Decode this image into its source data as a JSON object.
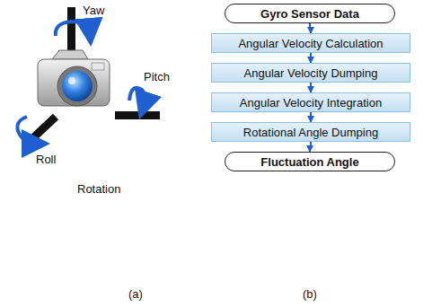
{
  "diagram": {
    "nodes": [
      {
        "text": [
          "Gyro Sensor Data"
        ]
      },
      {
        "text": [
          "Angular Velocity Calculation"
        ]
      },
      {
        "text": [
          "Angular Velocity Dumping"
        ]
      },
      {
        "text": [
          "Angular Velocity Integration"
        ]
      },
      {
        "text": [
          "Rotational Angle Dumping"
        ]
      },
      {
        "text": [
          "Fluctuation Angle"
        ]
      }
    ],
    "edges": [
      {
        "from": 0,
        "to": 1,
        "arrow": "to"
      },
      {
        "from": 1,
        "to": 2,
        "arrow": "to"
      },
      {
        "from": 2,
        "to": 3,
        "arrow": "to"
      },
      {
        "from": 3,
        "to": 4,
        "arrow": "to"
      },
      {
        "from": 4,
        "to": 5,
        "arrow": "to"
      }
    ],
    "labels": [
      "Yaw",
      "Pitch",
      "Roll",
      "Rotation",
      "(a)",
      "(b)"
    ]
  }
}
